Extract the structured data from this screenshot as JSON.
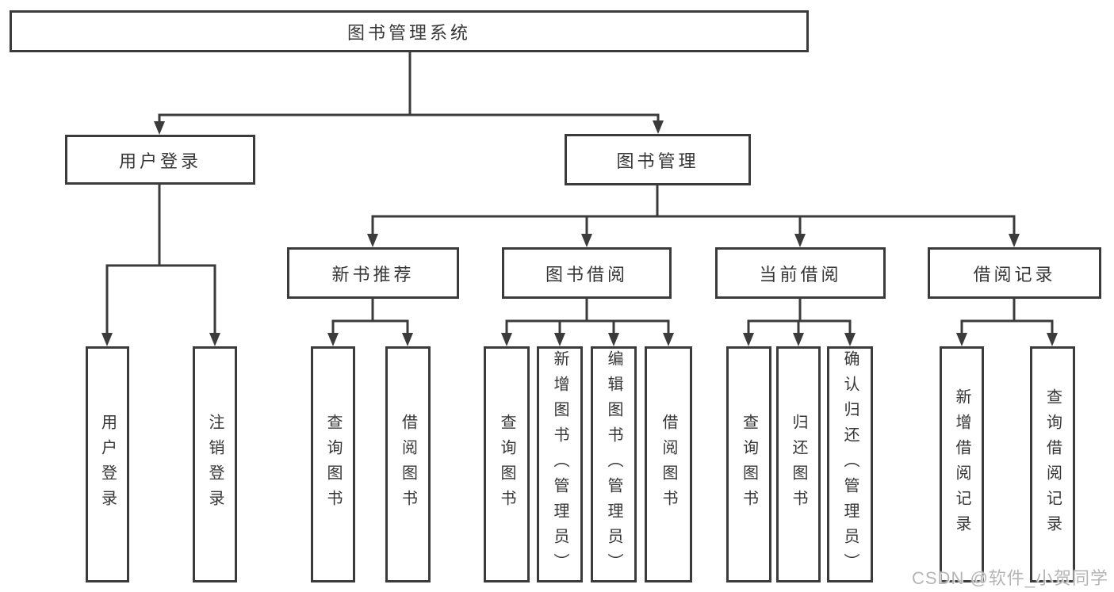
{
  "tree": {
    "root": {
      "label": "图书管理系统",
      "children": [
        {
          "label": "用户登录",
          "children": [
            {
              "label": "用户登录"
            },
            {
              "label": "注销登录"
            }
          ]
        },
        {
          "label": "图书管理",
          "children": [
            {
              "label": "新书推荐",
              "children": [
                {
                  "label": "查询图书"
                },
                {
                  "label": "借阅图书"
                }
              ]
            },
            {
              "label": "图书借阅",
              "children": [
                {
                  "label": "查询图书"
                },
                {
                  "label": "新增图书（管理员）"
                },
                {
                  "label": "编辑图书（管理员）"
                },
                {
                  "label": "借阅图书"
                }
              ]
            },
            {
              "label": "当前借阅",
              "children": [
                {
                  "label": "查询图书"
                },
                {
                  "label": "归还图书"
                },
                {
                  "label": "确认归还（管理员）"
                }
              ]
            },
            {
              "label": "借阅记录",
              "children": [
                {
                  "label": "新增借阅记录"
                },
                {
                  "label": "查询借阅记录"
                }
              ]
            }
          ]
        }
      ]
    }
  },
  "watermark": {
    "text": "CSDN @软件_小贺同学",
    "color": "#b5b5b5"
  },
  "colors": {
    "border": "#3b3b3b",
    "line": "#3b3b3b",
    "text": "#363636",
    "background": "#ffffff"
  }
}
